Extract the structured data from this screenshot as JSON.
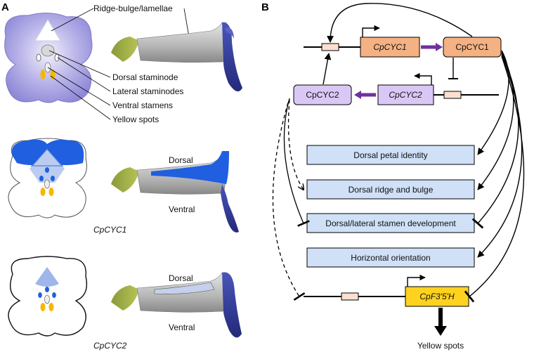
{
  "panels": {
    "a": "A",
    "b": "B"
  },
  "labels": {
    "ridge": "Ridge-bulge/lamellae",
    "dorsal_staminode": "Dorsal staminode",
    "lateral_staminodes": "Lateral staminodes",
    "ventral_stamens": "Ventral stamens",
    "yellow_spots": "Yellow spots",
    "dorsal1": "Dorsal",
    "ventral1": "Ventral",
    "mutant1": "CpCYC1",
    "dorsal2": "Dorsal",
    "ventral2": "Ventral",
    "mutant2": "CpCYC2"
  },
  "network": {
    "gene_cyc1": "CpCYC1",
    "protein_cyc1": "CpCYC1",
    "gene_cyc2": "CpCYC2",
    "protein_cyc2": "CpCYC2",
    "gene_f35h": "CpF3'5'H",
    "trait1": "Dorsal petal identity",
    "trait2": "Dorsal ridge and bulge",
    "trait3": "Dorsal/lateral stamen development",
    "trait4": "Horizontal orientation",
    "output": "Yellow spots"
  },
  "colors": {
    "cyc1_fill": "#f4b183",
    "cyc2_fill": "#d9c8f5",
    "trait_fill": "#cfe0f7",
    "f35h_fill": "#ffd21f",
    "arrow_purple": "#7030a0",
    "petal_blue": "#1f5fe0",
    "petal_light_blue": "#9fb6ea",
    "yellow": "#f5b800"
  }
}
